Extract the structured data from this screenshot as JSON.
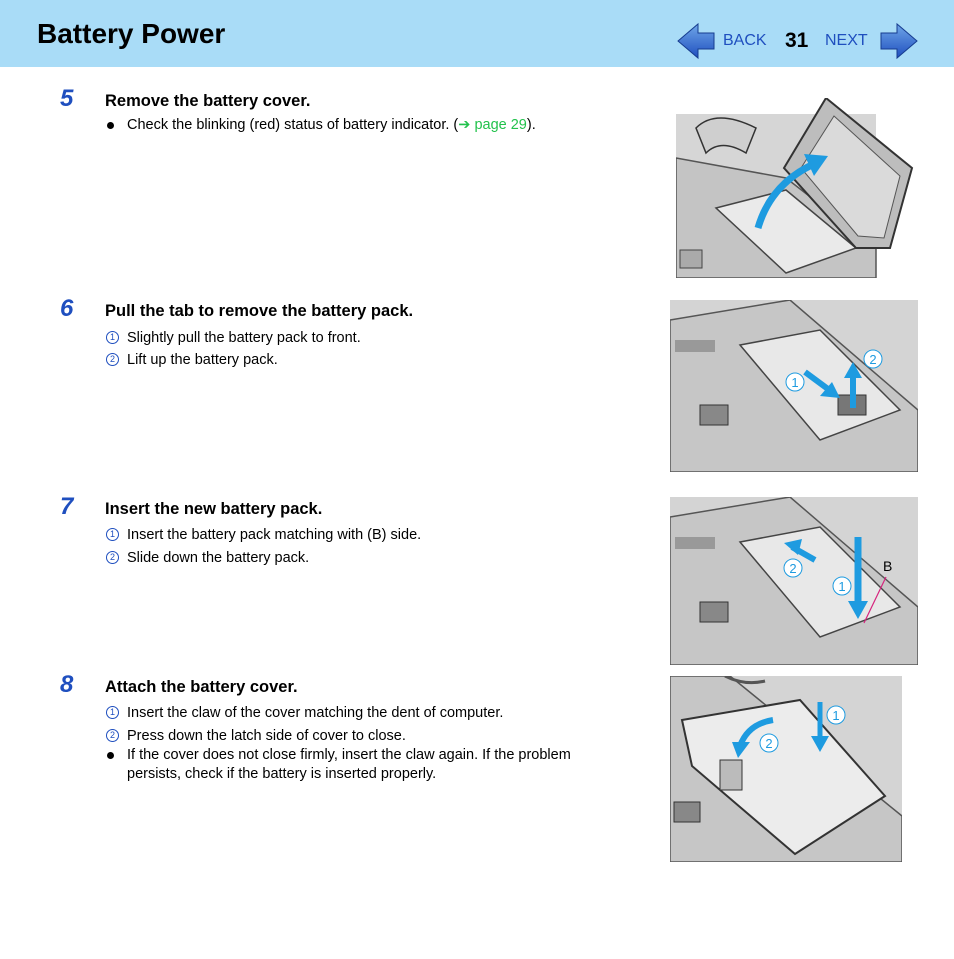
{
  "header": {
    "title": "Battery Power",
    "back_label": "BACK",
    "page_number": "31",
    "next_label": "NEXT"
  },
  "colors": {
    "header_bg": "#a9dcf7",
    "accent": "#1f4fbf",
    "link": "#22c24c",
    "arrow": "#1e9be0"
  },
  "steps": [
    {
      "number": "5",
      "title": "Remove the battery cover.",
      "items": [
        {
          "marker": "bullet",
          "text_before": "Check the blinking (red) status of battery indicator. (",
          "link_icon": "➔",
          "link": "page 29",
          "text_after": ")."
        }
      ]
    },
    {
      "number": "6",
      "title": "Pull the tab to remove the battery pack.",
      "items": [
        {
          "marker": "1",
          "text": "Slightly pull the battery pack to front."
        },
        {
          "marker": "2",
          "text": "Lift up the battery pack."
        }
      ],
      "figure_labels": [
        "1",
        "2"
      ]
    },
    {
      "number": "7",
      "title": "Insert the new battery pack.",
      "items": [
        {
          "marker": "1",
          "text": "Insert the battery pack matching with (B) side."
        },
        {
          "marker": "2",
          "text": "Slide down the battery pack."
        }
      ],
      "figure_labels": [
        "2",
        "1",
        "B"
      ]
    },
    {
      "number": "8",
      "title": "Attach the battery cover.",
      "items": [
        {
          "marker": "1",
          "text": "Insert the claw of the cover matching the dent of computer."
        },
        {
          "marker": "2",
          "text": "Press down the latch side of cover to close."
        },
        {
          "marker": "bullet",
          "text": "If the cover does not close firmly, insert the claw again. If the problem",
          "text2": "persists, check if the battery is inserted properly."
        }
      ],
      "figure_labels": [
        "1",
        "2"
      ]
    }
  ],
  "icons": [
    "back-arrow-icon",
    "next-arrow-icon",
    "page-link-arrow-icon"
  ]
}
